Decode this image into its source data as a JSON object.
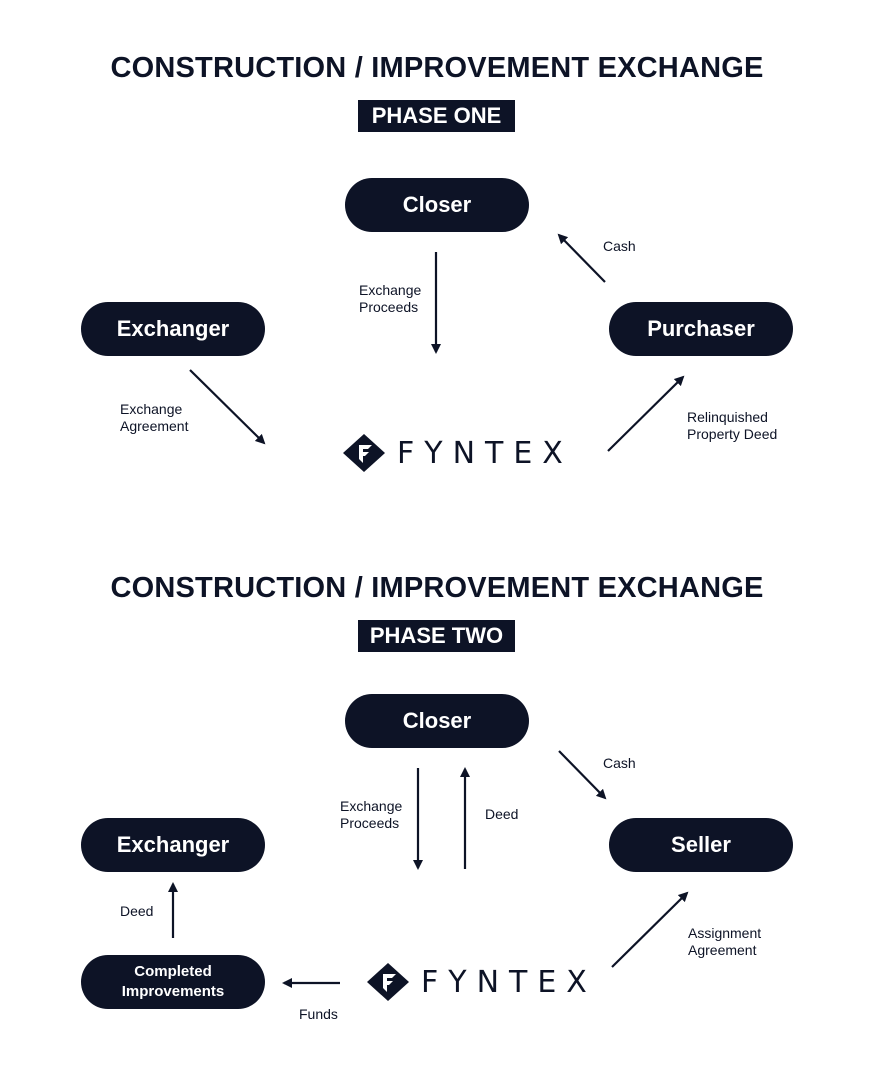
{
  "phase_one": {
    "title": "CONSTRUCTION / IMPROVEMENT EXCHANGE",
    "phase_label": "PHASE ONE",
    "nodes": {
      "closer": "Closer",
      "exchanger": "Exchanger",
      "purchaser": "Purchaser"
    },
    "logo": "FYNTEX",
    "flows": {
      "exchange_proceeds": "Exchange\nProceeds",
      "cash": "Cash",
      "exchange_agreement": "Exchange\nAgreement",
      "relinquished_property_deed": "Relinquished\nProperty Deed"
    }
  },
  "phase_two": {
    "title": "CONSTRUCTION / IMPROVEMENT EXCHANGE",
    "phase_label": "PHASE TWO",
    "nodes": {
      "closer": "Closer",
      "exchanger": "Exchanger",
      "seller": "Seller",
      "completed_improvements": "Completed\nImprovements"
    },
    "logo": "FYNTEX",
    "flows": {
      "exchange_proceeds": "Exchange\nProceeds",
      "deed_closer": "Deed",
      "cash": "Cash",
      "deed_exchanger": "Deed",
      "assignment_agreement": "Assignment\nAgreement",
      "funds": "Funds"
    }
  },
  "colors": {
    "navy": "#0d1326",
    "background": "#ffffff"
  }
}
